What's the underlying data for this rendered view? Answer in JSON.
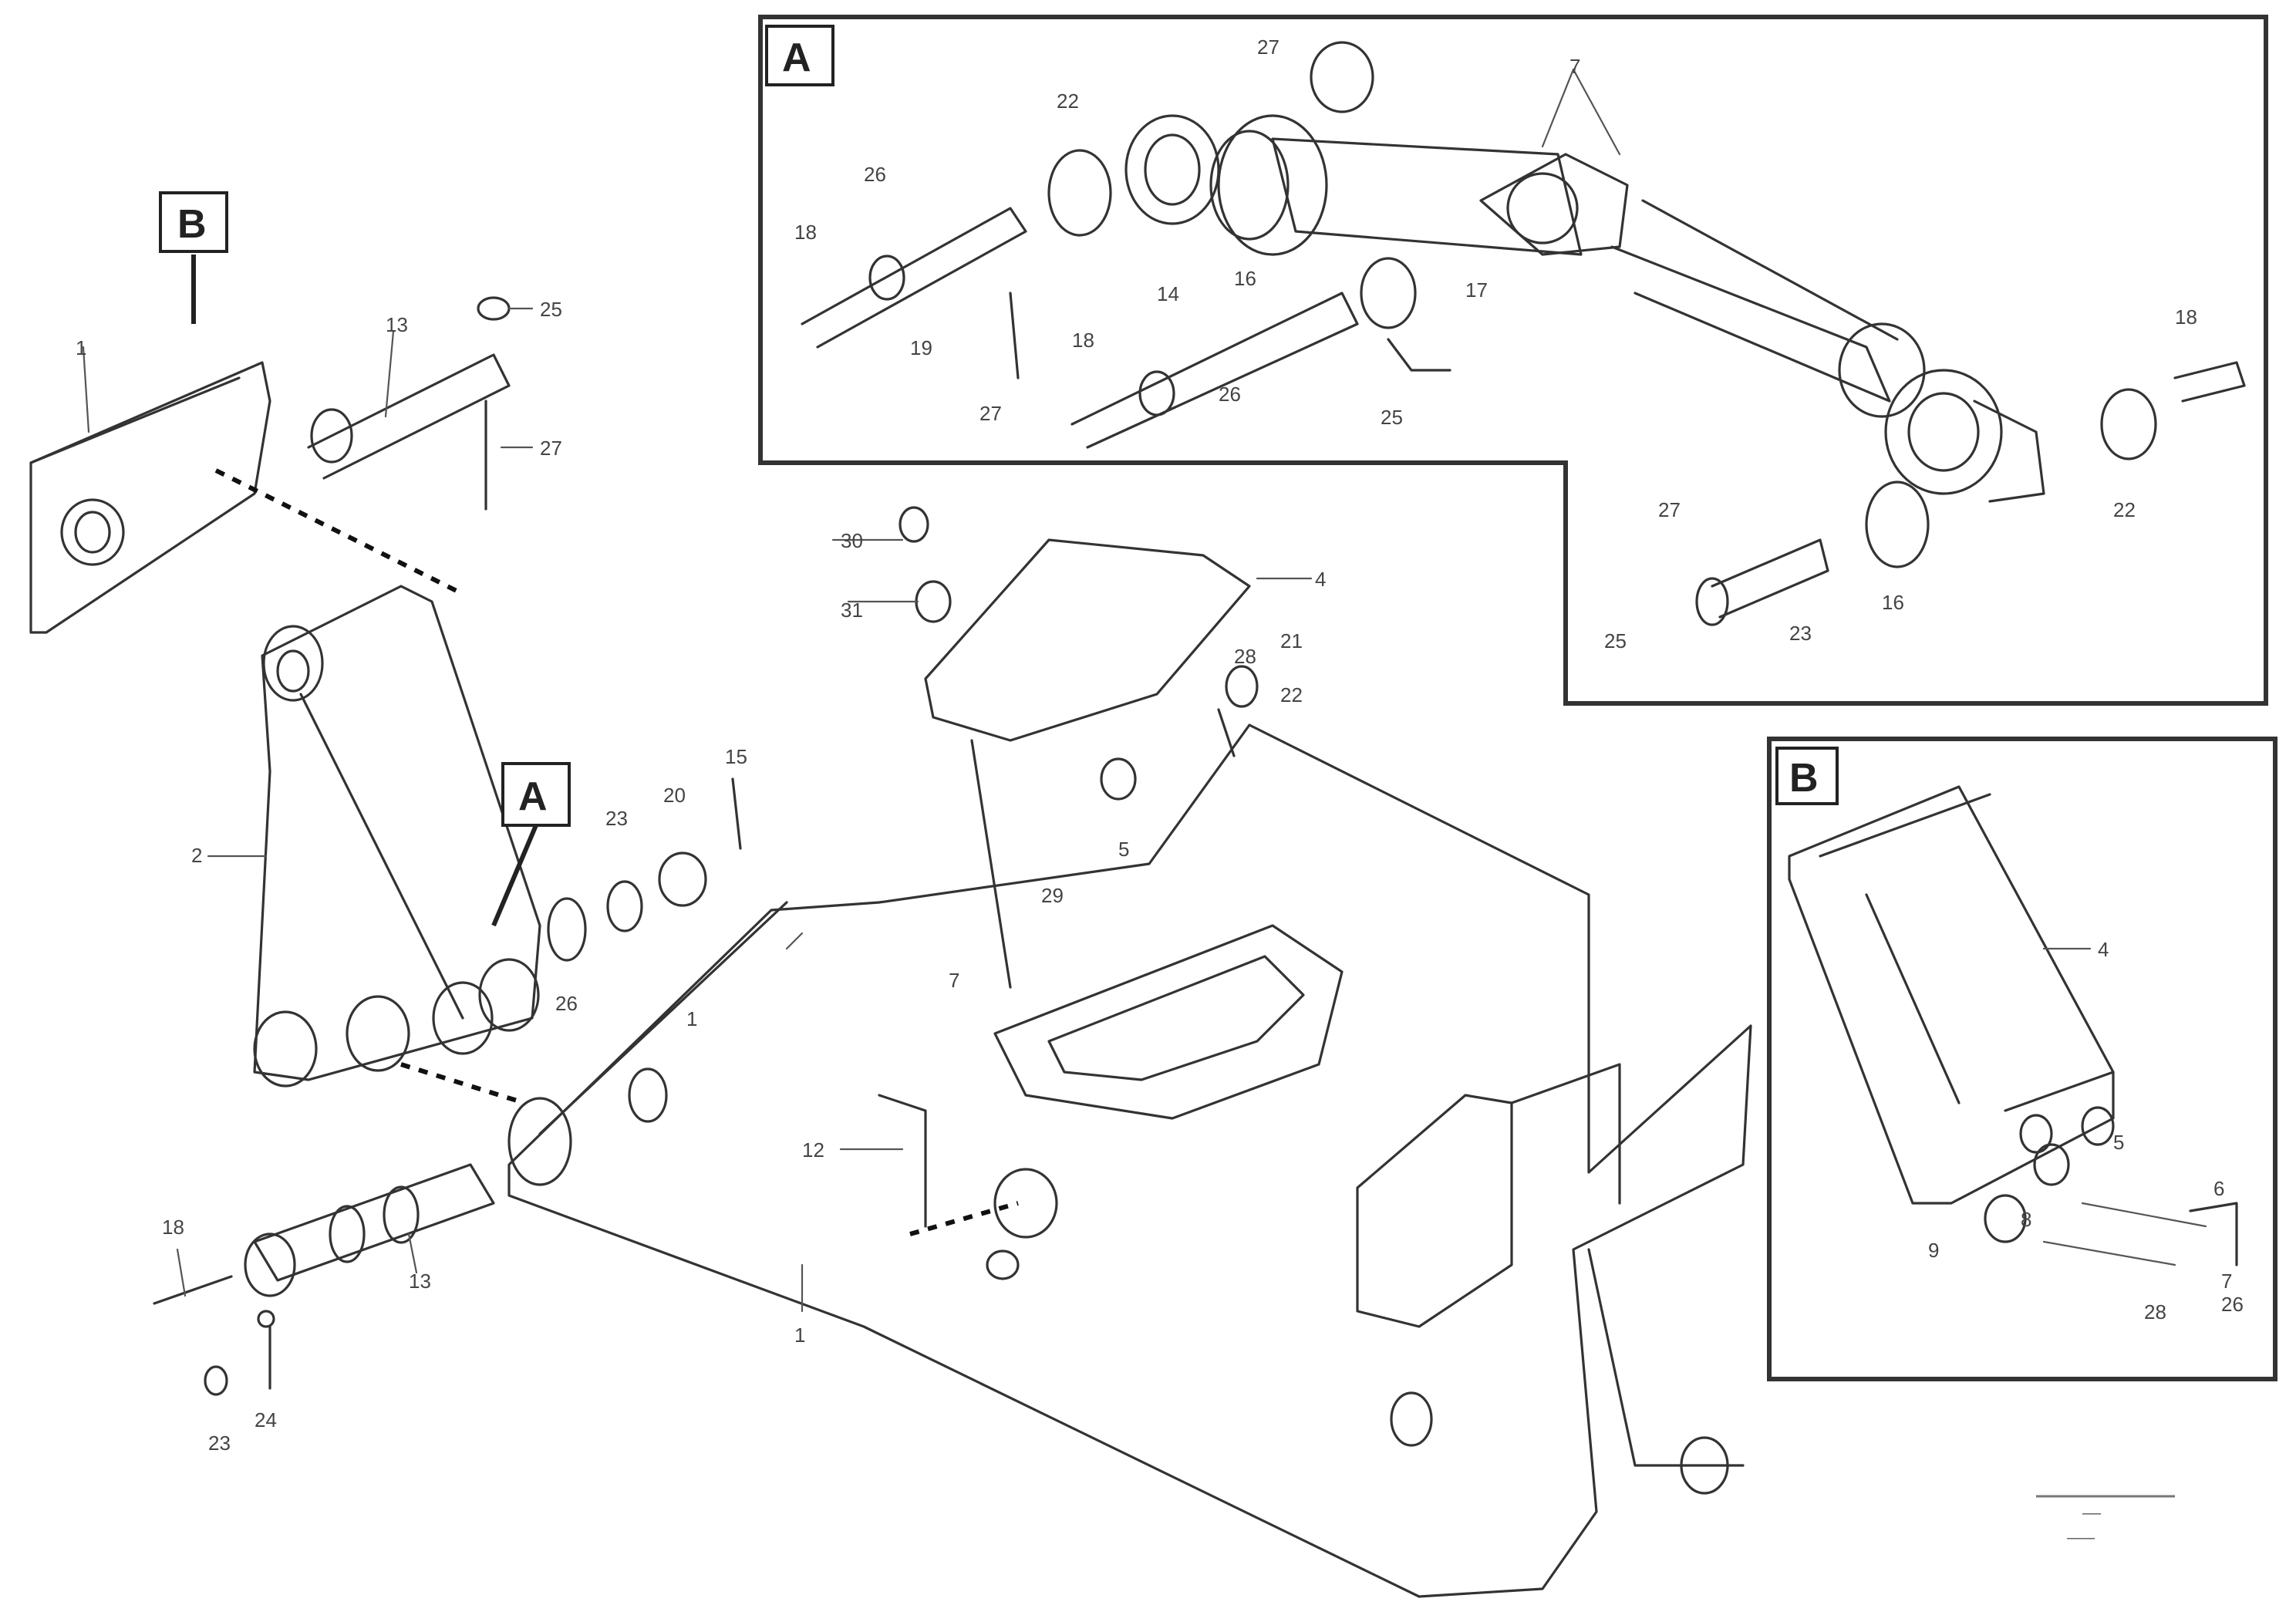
{
  "view_markers": {
    "A": "A",
    "B": "B"
  },
  "callouts": {
    "A": "A",
    "B": "B"
  },
  "part_labels": [
    {
      "id": "p-b-frame-1",
      "text": "1"
    },
    {
      "id": "p-b-pin-13",
      "text": "13"
    },
    {
      "id": "p-b-top-25",
      "text": "25"
    },
    {
      "id": "p-b-top-27",
      "text": "27"
    },
    {
      "id": "p-arm-2",
      "text": "2"
    },
    {
      "id": "p-left-18",
      "text": "18"
    },
    {
      "id": "p-left-13",
      "text": "13"
    },
    {
      "id": "p-left-23",
      "text": "23"
    },
    {
      "id": "p-left-24",
      "text": "24"
    },
    {
      "id": "p-mid-23",
      "text": "23"
    },
    {
      "id": "p-mid-20",
      "text": "20"
    },
    {
      "id": "p-mid-26",
      "text": "26"
    },
    {
      "id": "p-mid-15",
      "text": "15"
    },
    {
      "id": "p-main-1",
      "text": "1"
    },
    {
      "id": "p-main-7",
      "text": "7"
    },
    {
      "id": "p-main-1b",
      "text": "1"
    },
    {
      "id": "p-main-12",
      "text": "12"
    },
    {
      "id": "p-pad-30",
      "text": "30"
    },
    {
      "id": "p-pad-31",
      "text": "31"
    },
    {
      "id": "p-pad-4",
      "text": "4"
    },
    {
      "id": "p-pad-28",
      "text": "28"
    },
    {
      "id": "p-pad-21",
      "text": "21"
    },
    {
      "id": "p-pad-22",
      "text": "22"
    },
    {
      "id": "p-pad-29",
      "text": "29"
    },
    {
      "id": "p-pad-5",
      "text": "5"
    },
    {
      "id": "p-a-27",
      "text": "27"
    },
    {
      "id": "p-a-7",
      "text": "7"
    },
    {
      "id": "p-a-22",
      "text": "22"
    },
    {
      "id": "p-a-26",
      "text": "26"
    },
    {
      "id": "p-a-18",
      "text": "18"
    },
    {
      "id": "p-a-19",
      "text": "19"
    },
    {
      "id": "p-a-16",
      "text": "16"
    },
    {
      "id": "p-a-27b",
      "text": "27"
    },
    {
      "id": "p-a-18b",
      "text": "18"
    },
    {
      "id": "p-a-14",
      "text": "14"
    },
    {
      "id": "p-a-26b",
      "text": "26"
    },
    {
      "id": "p-a-17",
      "text": "17"
    },
    {
      "id": "p-a-25",
      "text": "25"
    },
    {
      "id": "p-a-18c",
      "text": "18"
    },
    {
      "id": "p-a-22b",
      "text": "22"
    },
    {
      "id": "p-a-27c",
      "text": "27"
    },
    {
      "id": "p-a-16b",
      "text": "16"
    },
    {
      "id": "p-a-23",
      "text": "23"
    },
    {
      "id": "p-a-25b",
      "text": "25"
    },
    {
      "id": "p-bv-4",
      "text": "4"
    },
    {
      "id": "p-bv-5",
      "text": "5"
    },
    {
      "id": "p-bv-8",
      "text": "8"
    },
    {
      "id": "p-bv-9",
      "text": "9"
    },
    {
      "id": "p-bv-6",
      "text": "6"
    },
    {
      "id": "p-bv-7",
      "text": "7"
    },
    {
      "id": "p-bv-28",
      "text": "28"
    },
    {
      "id": "p-bv-26",
      "text": "26"
    }
  ],
  "footer": {
    "drawing_ref": "——",
    "drawing_code": "———"
  }
}
